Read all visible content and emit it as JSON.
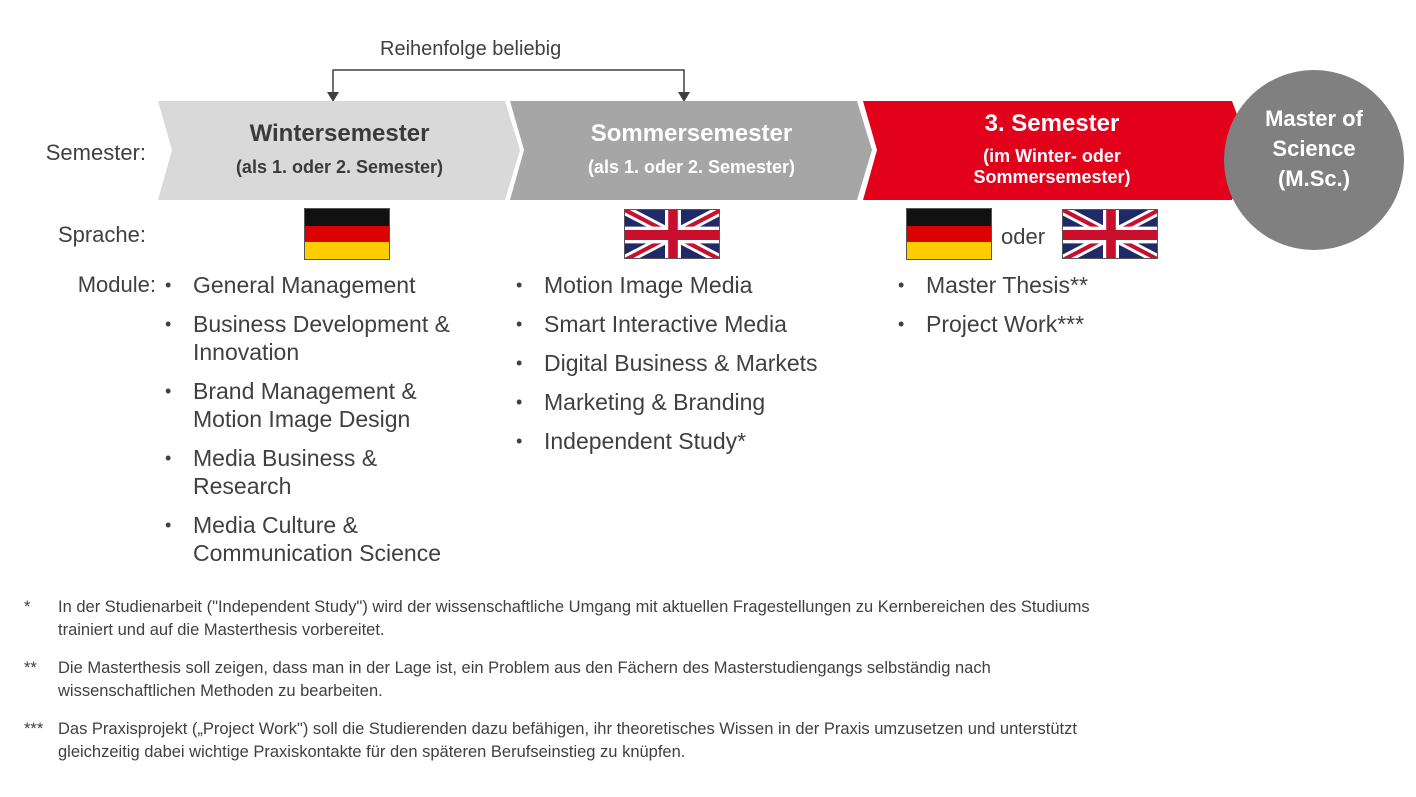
{
  "connector": {
    "label": "Reihenfolge beliebig"
  },
  "rows": {
    "semester": "Semester:",
    "sprache": "Sprache:",
    "module": "Module:"
  },
  "steps": [
    {
      "title": "Wintersemester",
      "subtitle": "(als 1. oder 2. Semester)",
      "fill": "#d9d9d9",
      "text_color": "#3a3a3a"
    },
    {
      "title": "Sommersemester",
      "subtitle": "(als 1. oder 2. Semester)",
      "fill": "#a6a6a6",
      "text_color": "#ffffff"
    },
    {
      "title": "3. Semester",
      "subtitle_line1": "(im Winter- oder",
      "subtitle_line2": "Sommersemester)",
      "fill": "#e2001a",
      "text_color": "#ffffff"
    }
  ],
  "degree": {
    "line1": "Master of",
    "line2": "Science",
    "line3": "(M.Sc.)",
    "fill": "#808080"
  },
  "language": {
    "oder": "oder"
  },
  "modules": {
    "winter": [
      {
        "line1": "General Management",
        "line2": ""
      },
      {
        "line1": "Business Development &",
        "line2": "Innovation"
      },
      {
        "line1": "Brand Management &",
        "line2": "Motion Image Design"
      },
      {
        "line1": "Media Business &",
        "line2": "Research"
      },
      {
        "line1": "Media Culture &",
        "line2": "Communication Science"
      }
    ],
    "summer": [
      "Motion Image Media",
      "Smart Interactive Media",
      "Digital Business & Markets",
      "Marketing & Branding",
      "Independent Study*"
    ],
    "third": [
      "Master Thesis**",
      "Project Work***"
    ]
  },
  "footnotes": [
    {
      "mark": "*",
      "line1": "In der Studienarbeit (\"Independent Study\") wird der wissenschaftliche Umgang mit aktuellen Fragestellungen zu Kernbereichen des Studiums",
      "line2": "trainiert und auf die Masterthesis vorbereitet."
    },
    {
      "mark": "**",
      "line1": "Die Masterthesis soll zeigen, dass man in der Lage ist, ein Problem aus den Fächern des Masterstudiengangs selbständig nach",
      "line2": "wissenschaftlichen Methoden zu bearbeiten."
    },
    {
      "mark": "***",
      "line1": "Das Praxisprojekt („Project Work\") soll die Studierenden dazu befähigen, ihr theoretisches Wissen in der Praxis umzusetzen und unterstützt",
      "line2": "gleichzeitig dabei wichtige Praxiskontakte für den späteren Berufseinstieg zu knüpfen."
    }
  ],
  "colors": {
    "text": "#404040",
    "accent": "#e2001a"
  }
}
